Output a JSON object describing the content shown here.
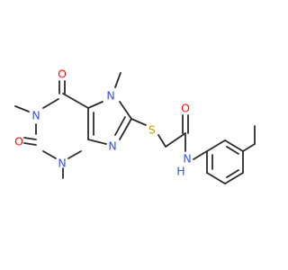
{
  "colors": {
    "bond": "#2b2b2b",
    "carbon_text": "#2b2b2b",
    "nitrogen": "#3050f8",
    "oxygen": "#ff0d0d",
    "sulfur": "#c8a000",
    "background": "#ffffff"
  },
  "atoms": {
    "o_top": "O",
    "n_methyl_left": "N",
    "n_methyl_top": "N",
    "o_left": "O",
    "n_methyl_bottom": "N",
    "n_ring_bottom": "N",
    "s_thio": "S",
    "o_amide": "O",
    "n_amide": "N",
    "h_amide": "H"
  }
}
